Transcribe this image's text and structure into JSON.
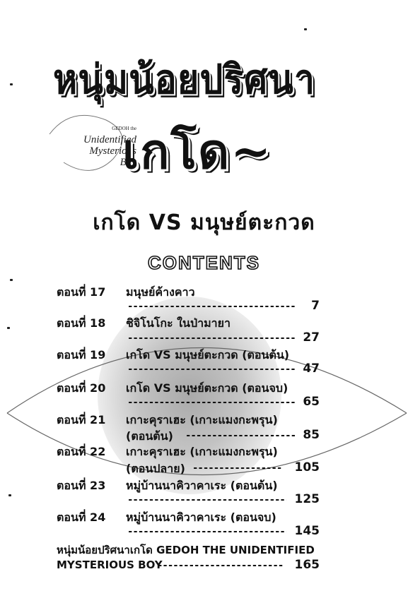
{
  "logo": {
    "title": "หนุ่มน้อยปริศนา",
    "name": "เกโด~",
    "english_small": "GEDOH the",
    "english_line1": "Unidentified",
    "english_line2": "Mysterious",
    "english_line3": "Boy"
  },
  "subtitle": "เกโด VS มนุษย์ตะกวด",
  "contents_heading": "CONTENTS",
  "entries": [
    {
      "label": "ตอนที่ 17",
      "title": "มนุษย์ค้างคาว",
      "title2": "",
      "page": "7"
    },
    {
      "label": "ตอนที่ 18",
      "title": "ชิจิโนโกะ ในป่ามายา",
      "title2": "",
      "page": "27"
    },
    {
      "label": "ตอนที่ 19",
      "title": "เกโด VS มนุษย์ตะกวด (ตอนต้น)",
      "title2": "",
      "page": "47"
    },
    {
      "label": "ตอนที่ 20",
      "title": "เกโด VS มนุษย์ตะกวด (ตอนจบ)",
      "title2": "",
      "page": "65"
    },
    {
      "label": "ตอนที่ 21",
      "title": "เกาะคุราเฮะ (เกาะแมงกะพรุน)",
      "title2": "(ตอนต้น)",
      "page": "85"
    },
    {
      "label": "ตอนที่ 22",
      "title": "เกาะคุราเฮะ (เกาะแมงกะพรุน)",
      "title2": "(ตอนปลาย)",
      "page": "105"
    },
    {
      "label": "ตอนที่ 23",
      "title": "หมู่บ้านนาคิวาคาเระ (ตอนต้น)",
      "title2": "",
      "page": "125"
    },
    {
      "label": "ตอนที่ 24",
      "title": "หมู่บ้านนาคิวาคาเระ (ตอนจบ)",
      "title2": "",
      "page": "145"
    }
  ],
  "footer": {
    "line1": "หนุ่มน้อยปริศนาเกโด GEDOH THE UNIDENTIFIED",
    "line2": "MYSTERIOUS BOY",
    "page": "165"
  }
}
